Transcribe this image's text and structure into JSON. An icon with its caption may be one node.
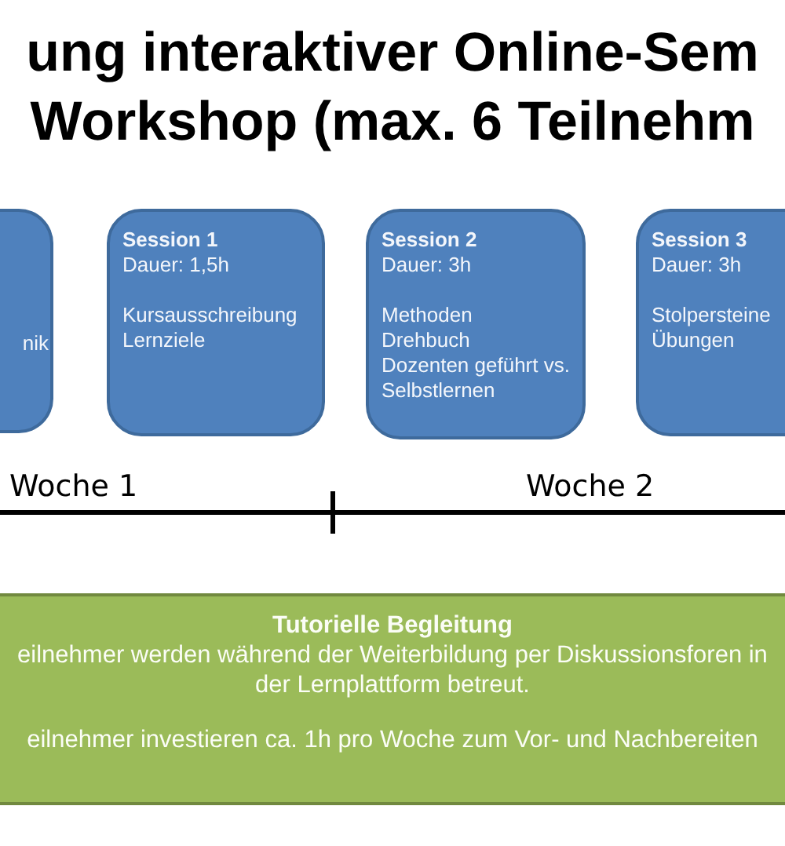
{
  "diagram": {
    "title": "ung interaktiver Online-Sem Workshop (max. 6 Teilnehm",
    "nodes": [
      {
        "text": [
          "nik"
        ]
      },
      {
        "text": [
          "Session 1",
          "Dauer: 1,5h",
          "Kursausschreibung",
          "Lernziele"
        ]
      },
      {
        "text": [
          "Session 2",
          "Dauer: 3h",
          "Methoden",
          "Drehbuch",
          "Dozenten geführt vs. Selbstlernen"
        ]
      },
      {
        "text": [
          "Session 3",
          "Dauer: 3h",
          "Stolpersteine",
          "Übungen"
        ]
      },
      {
        "text": [
          "Tutorielle Begleitung",
          "eilnehmer werden während der Weiterbildung per Diskussionsforen in der Lernplattform betreut.",
          "eilnehmer investieren ca. 1h pro Woche zum Vor- und Nachbereiten"
        ]
      }
    ],
    "labels": [
      "Woche 1",
      "Woche 2"
    ]
  }
}
